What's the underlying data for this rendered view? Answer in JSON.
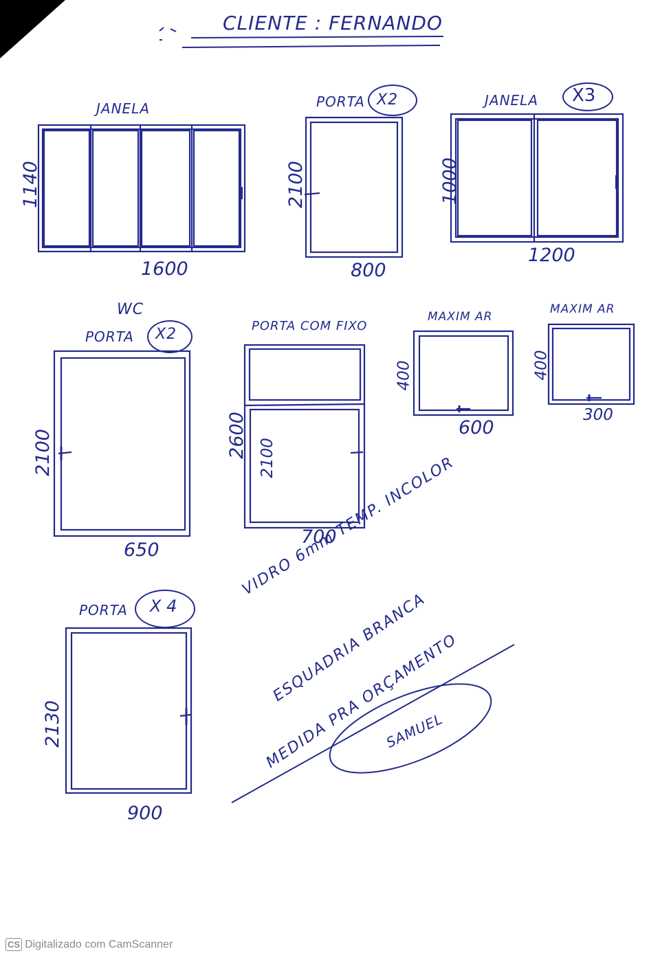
{
  "header": {
    "client": "CLIENTE : FERNANDO"
  },
  "row1": {
    "janela1": {
      "label": "JANELA",
      "height": "1140",
      "width": "1600"
    },
    "porta1": {
      "label": "PORTA",
      "qty": "X2",
      "height": "2100",
      "width": "800"
    },
    "janela2": {
      "label": "JANELA",
      "qty": "X3",
      "height": "1000",
      "width": "1200"
    }
  },
  "row2": {
    "wc_porta": {
      "room": "WC",
      "label": "PORTA",
      "qty": "X2",
      "height": "2100",
      "width": "650"
    },
    "porta_fixo": {
      "label": "PORTA COM FIXO",
      "total_height": "2600",
      "door_height": "2100",
      "width": "700"
    },
    "maxim_ar1": {
      "label": "MAXIM AR",
      "height": "400",
      "width": "600"
    },
    "maxim_ar2": {
      "label": "MAXIM AR",
      "height": "400",
      "width": "300"
    }
  },
  "row3": {
    "porta4": {
      "label": "PORTA",
      "qty": "X 4",
      "height": "2130",
      "width": "900"
    }
  },
  "notes": {
    "line1": "VIDRO 6mm TEMP. INCOLOR",
    "line2": "ESQUADRIA BRANCA",
    "line3": "MEDIDA PRA ORÇAMENTO",
    "signature": "SAMUEL"
  },
  "footer": {
    "logo": "CS",
    "text": "Digitalizado com CamScanner"
  },
  "colors": {
    "ink": "#232a8c",
    "paper": "#ffffff",
    "footer": "#8a8a8a"
  }
}
